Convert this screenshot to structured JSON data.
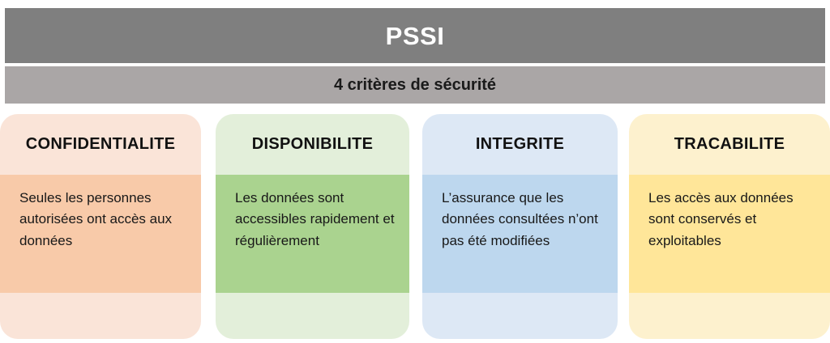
{
  "header": {
    "title": "PSSI",
    "subtitle": "4 critères de sécurité",
    "title_band_color": "#7f7f7f",
    "subtitle_band_color": "#aaa6a6",
    "title_text_color": "#ffffff",
    "subtitle_text_color": "#1a1a1a"
  },
  "cards": [
    {
      "title": "CONFIDENTIALITE",
      "body": "Seules les personnes autorisées ont accès aux données",
      "outer_color": "#fae4d8",
      "band_color": "#f8caa9"
    },
    {
      "title": "DISPONIBILITE",
      "body": "Les données sont accessibles rapidement et régulièrement",
      "outer_color": "#e3efda",
      "band_color": "#aad38f"
    },
    {
      "title": "INTEGRITE",
      "body": "L’assurance que les données consultées n’ont pas été modifiées",
      "outer_color": "#dde8f5",
      "band_color": "#bdd7ee"
    },
    {
      "title": "TRACABILITE",
      "body": "Les accès aux données sont conservés et exploitables",
      "outer_color": "#fdf1ce",
      "band_color": "#ffe699"
    }
  ]
}
